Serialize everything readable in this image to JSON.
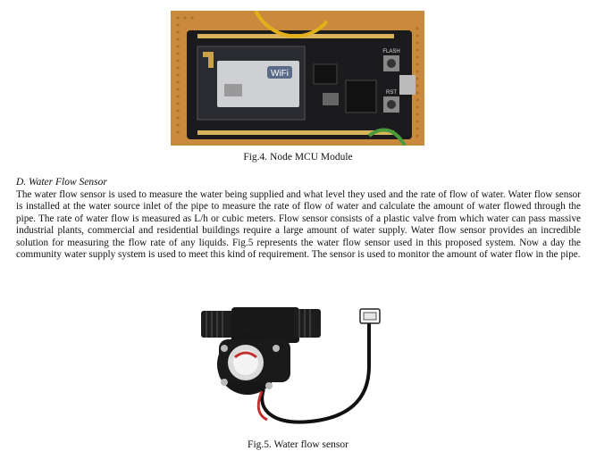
{
  "figure4": {
    "caption": "Fig.4. Node MCU Module",
    "module_label": "WiFi",
    "rst_label": "RST",
    "flash_label": "FLASH"
  },
  "section": {
    "heading": "D.  Water Flow Sensor",
    "paragraph": "The water flow sensor is used to measure the water being supplied and what level they used and the rate of flow of water. Water flow sensor is installed at the water source inlet of the pipe to measure the rate of flow of water and calculate the amount of water flowed through the pipe. The rate of water flow is measured as L/h or cubic meters. Flow sensor consists of a plastic valve from which water can pass massive industrial plants, commercial and residential buildings require a large amount of water supply. Water flow sensor provides an incredible solution for measuring the flow rate of any liquids. Fig.5 represents the water flow sensor used in this proposed system. Now a day the community water supply system is used to meet this kind of requirement. The sensor is used to monitor the amount of water flow in the pipe."
  },
  "figure5": {
    "caption": "Fig.5. Water flow sensor"
  }
}
